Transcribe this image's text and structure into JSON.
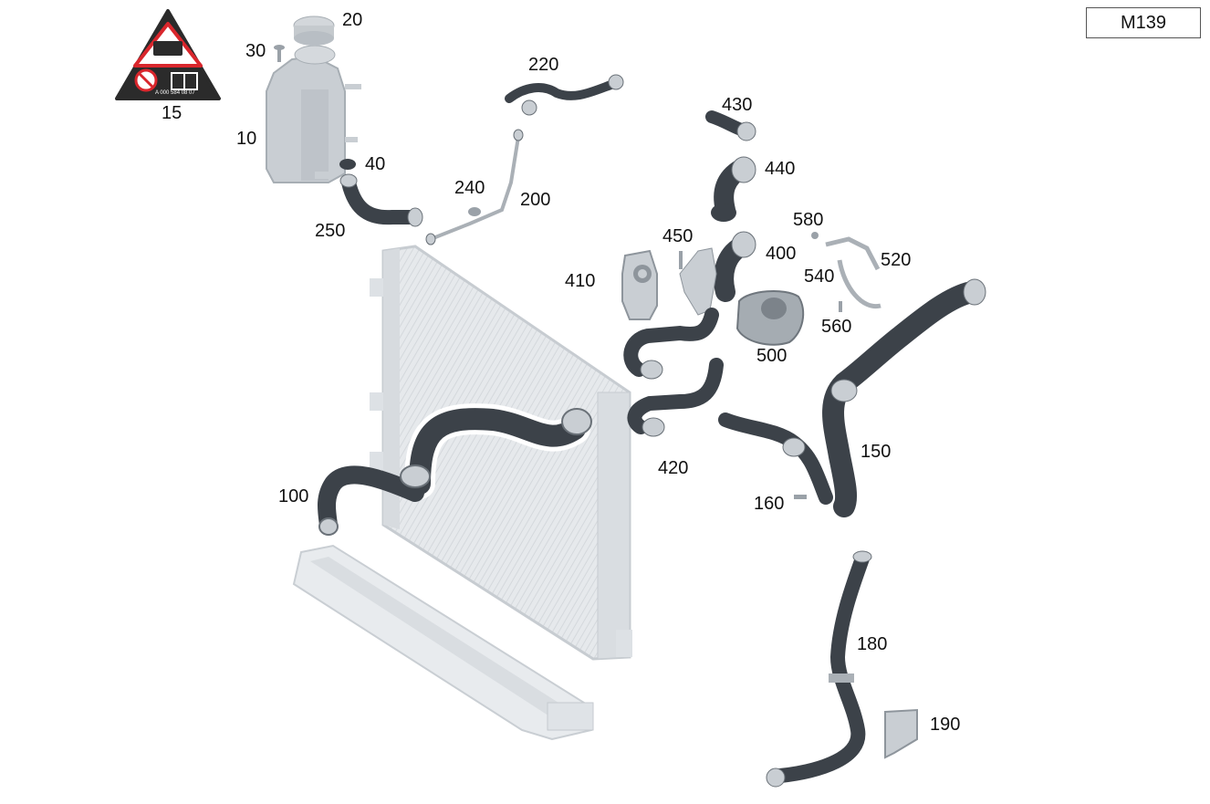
{
  "model_code": "M139",
  "labels": {
    "p10": "10",
    "p15": "15",
    "p20": "20",
    "p30": "30",
    "p40": "40",
    "p100": "100",
    "p150": "150",
    "p160": "160",
    "p180": "180",
    "p190": "190",
    "p200": "200",
    "p220": "220",
    "p240": "240",
    "p250": "250",
    "p400": "400",
    "p410": "410",
    "p420": "420",
    "p430": "430",
    "p440": "440",
    "p450": "450",
    "p500": "500",
    "p520": "520",
    "p540": "540",
    "p560": "560",
    "p580": "580"
  },
  "colors": {
    "hose": "#3c4249",
    "hose_highlight": "#6a7178",
    "metal": "#c9ced3",
    "metal_dark": "#8e959c",
    "radiator": "#e3e6e9",
    "radiator_edge": "#c7ccd1",
    "warning_red": "#d9262c",
    "warning_dark": "#2b2b2b"
  },
  "warning_label": {
    "part_number": "A 000 584 08 07"
  }
}
